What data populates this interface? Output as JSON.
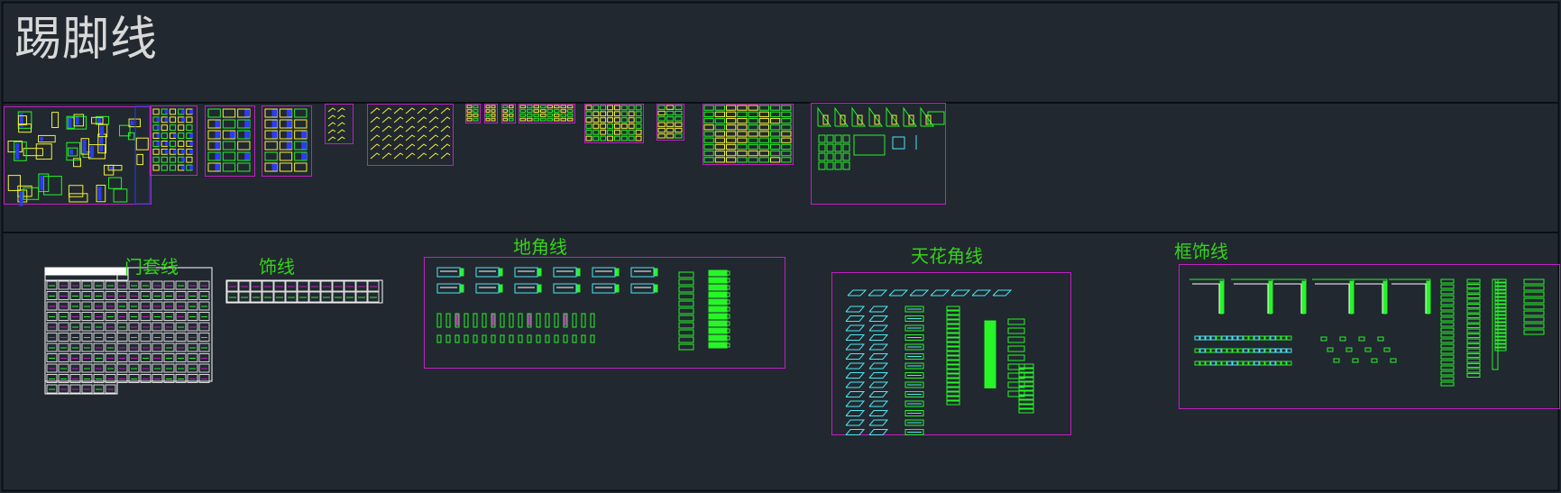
{
  "drawing": {
    "title": "踢脚线",
    "sections": [
      {
        "id": "door-casing",
        "label": "门套线"
      },
      {
        "id": "decor-line",
        "label": "饰线"
      },
      {
        "id": "baseboard-corner",
        "label": "地角线"
      },
      {
        "id": "ceiling-corner",
        "label": "天花角线"
      },
      {
        "id": "frame-decor",
        "label": "框饰线"
      }
    ]
  },
  "colors": {
    "background": "#212830",
    "border_lines": "#0b0f14",
    "block_frame": "#c21fc2",
    "profile_green": "#28f528",
    "profile_yellow": "#f2f23a",
    "profile_cyan": "#4de7f0",
    "profile_blue": "#2c3cf0",
    "label_green": "#36d31a",
    "title_text": "#d8d8d8"
  }
}
